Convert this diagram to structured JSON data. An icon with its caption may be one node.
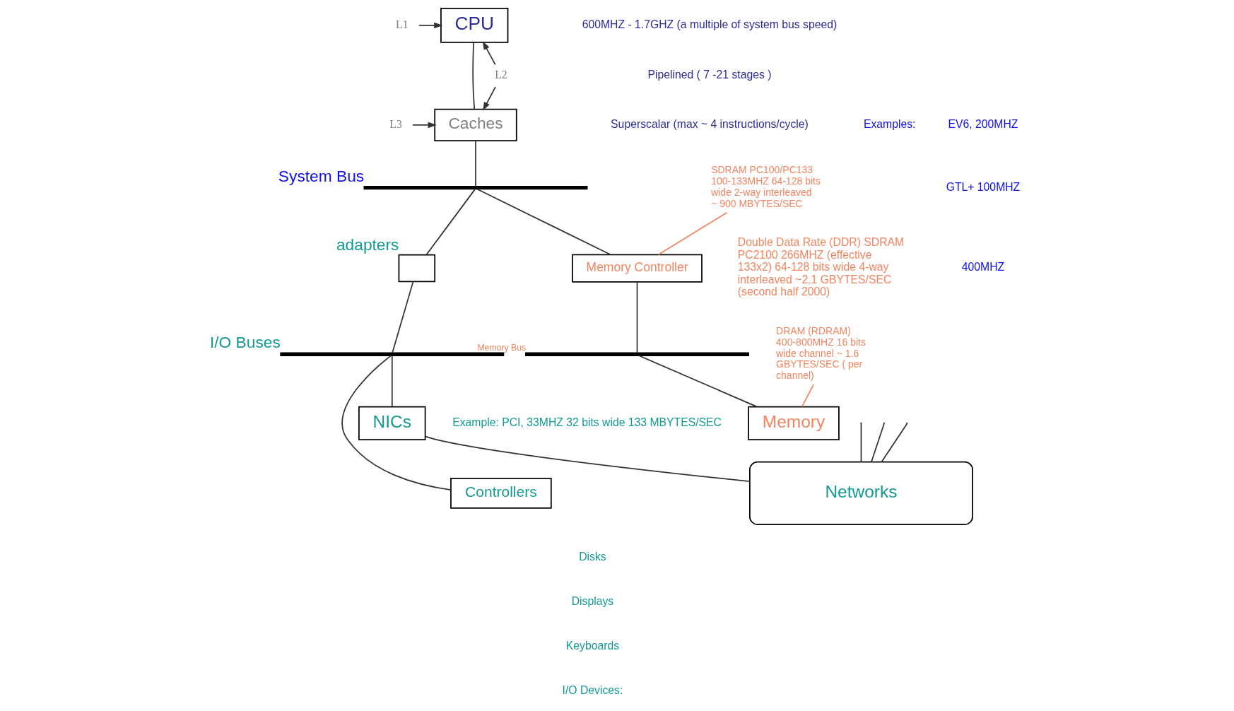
{
  "diagram": {
    "nodes": [
      {
        "text": [
          "CPU"
        ]
      },
      {
        "text": [
          "Caches"
        ]
      },
      {
        "text": [],
        "shape": "bar",
        "beside": [
          "System Bus"
        ]
      },
      {
        "text": [
          "Memory Controller"
        ]
      },
      {
        "text": [],
        "shape": "bar",
        "beside": [
          "Memory Bus"
        ]
      },
      {
        "text": [
          "Memory"
        ]
      },
      {
        "text": [],
        "shape": "box",
        "beside": [
          "adapters"
        ]
      },
      {
        "text": [],
        "shape": "bar",
        "beside": [
          "I/O Buses"
        ]
      },
      {
        "text": [
          "Controllers"
        ]
      },
      {
        "text": [
          "NICs"
        ]
      },
      {
        "text": [
          "Networks"
        ]
      },
      {
        "text": [
          "L1"
        ]
      },
      {
        "text": [
          "L2"
        ]
      },
      {
        "text": [
          "L3"
        ]
      },
      {
        "text": [
          "SDRAM PC100/PC133 100-133MHZ 64-128 bits wide 2-way interleaved ~ 900 MBYTES/SEC"
        ]
      },
      {
        "text": [
          "DRAM (RDRAM) 400-800MHZ 16 bits wide channel ~ 1.6 GBYTES/SEC ( per channel)"
        ]
      }
    ],
    "edges": [
      {
        "from": 11,
        "to": 0,
        "arrow": "to"
      },
      {
        "from": 12,
        "to": 0,
        "arrow": "to"
      },
      {
        "from": 12,
        "to": 1,
        "arrow": "to"
      },
      {
        "from": 13,
        "to": 1,
        "arrow": "to"
      },
      {
        "from": 0,
        "to": 1,
        "arrow": "none"
      },
      {
        "from": 1,
        "to": 2,
        "arrow": "none"
      },
      {
        "from": 2,
        "to": 3,
        "arrow": "none"
      },
      {
        "from": 3,
        "to": 4,
        "arrow": "none"
      },
      {
        "from": 4,
        "to": 5,
        "arrow": "none"
      },
      {
        "from": 2,
        "to": 6,
        "arrow": "none"
      },
      {
        "from": 6,
        "to": 7,
        "arrow": "none"
      },
      {
        "from": 7,
        "to": 8,
        "arrow": "none"
      },
      {
        "from": 7,
        "to": 9,
        "arrow": "none"
      },
      {
        "from": 9,
        "to": 10,
        "arrow": "none"
      },
      {
        "from": null,
        "to": 10,
        "arrow": "none"
      },
      {
        "from": null,
        "to": 10,
        "arrow": "none"
      },
      {
        "from": null,
        "to": 10,
        "arrow": "none"
      },
      {
        "from": 14,
        "to": 3,
        "arrow": "none",
        "color": "#f4845f"
      },
      {
        "from": 15,
        "to": 5,
        "arrow": "none",
        "color": "#f4845f"
      }
    ],
    "labels": [
      "600MHZ - 1.7GHZ (a multiple of system bus speed)",
      "Pipelined ( 7 -21 stages )",
      "Superscalar (max ~ 4 instructions/cycle)",
      "Examples:",
      "EV6, 200MHZ",
      "GTL+ 100MHZ",
      "400MHZ",
      "Example: PCI, 33MHZ 32 bits wide 133 MBYTES/SEC",
      "Double Data Rate (DDR) SDRAM PC2100 266MHZ (effective 133x2) 64-128 bits wide 4-way interleaved ~2.1 GBYTES/SEC (second half 2000)",
      "Disks",
      "Displays",
      "Keyboards",
      "I/O Devices:"
    ]
  }
}
